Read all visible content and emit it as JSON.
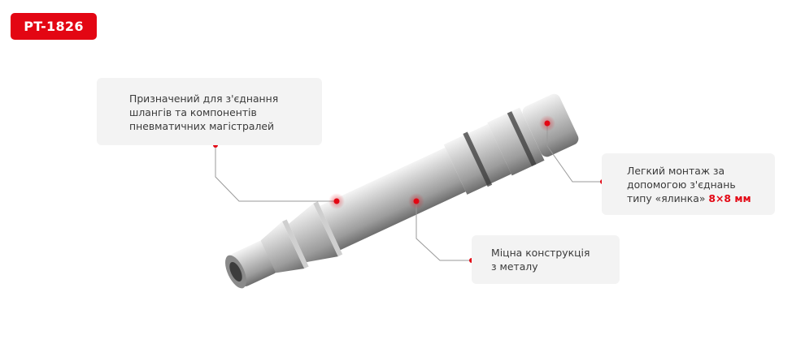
{
  "badge": {
    "label": "PT-1826",
    "color": "#e30613"
  },
  "product": {
    "name": "hose-barb-connector",
    "material": "metal"
  },
  "callouts": [
    {
      "lines": [
        "Призначений для з'єднання",
        "шлангів та компонентів",
        "пневматичних магістралей"
      ]
    },
    {
      "lines": [
        "Легкий монтаж за",
        "допомогою з'єднань",
        "типу «ялинка»"
      ],
      "accent": "8×8 мм"
    },
    {
      "lines": [
        "Міцна конструкція",
        "з металу"
      ]
    }
  ],
  "colors": {
    "accent": "#e30613",
    "callout_bg": "#f3f3f3",
    "text": "#3a3a3a",
    "leader": "#9a9a9a"
  }
}
